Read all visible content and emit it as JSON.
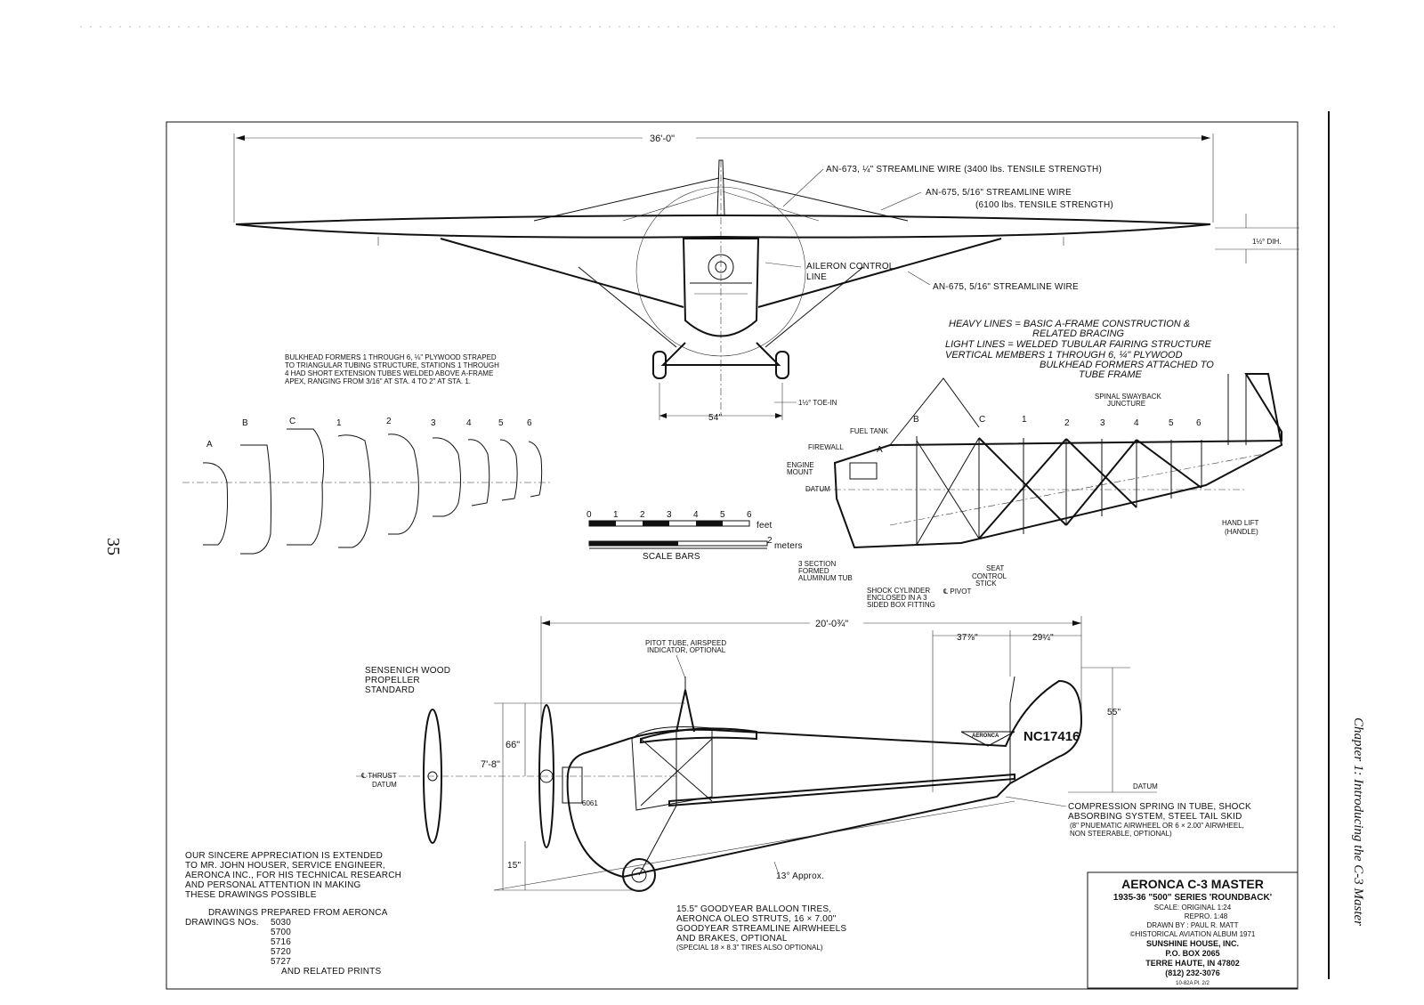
{
  "page_number": "35",
  "chapter_caption": "Chapter 1: Introducing the C-3 Master",
  "top_view": {
    "span": "36'-0\"",
    "wire_1": "AN-673, ¼\" STREAMLINE WIRE (3400 lbs. TENSILE STRENGTH)",
    "wire_2_a": "AN-675, 5/16\" STREAMLINE WIRE",
    "wire_2_b": "(6100 lbs. TENSILE STRENGTH)",
    "wire_3": "AN-675, 5/16\" STREAMLINE WIRE",
    "aileron_a": "AILERON CONTROL",
    "aileron_b": "LINE",
    "dihedral": "1½° DIH.",
    "toe_in": "1½° TOE-IN",
    "track": "54\""
  },
  "bulkhead_note": [
    "BULKHEAD FORMERS 1 THROUGH 6, ⅛\" PLYWOOD STRAPED",
    "TO TRIANGULAR TUBING STRUCTURE, STATIONS 1 THROUGH",
    "4 HAD SHORT EXTENSION TUBES WELDED ABOVE A-FRAME",
    "APEX, RANGING FROM 3/16\" AT STA. 4 TO 2\" AT STA. 1."
  ],
  "stations": [
    "A",
    "B",
    "C",
    "1",
    "2",
    "3",
    "4",
    "5",
    "6"
  ],
  "scale": {
    "ticks": [
      "0",
      "1",
      "2",
      "3",
      "4",
      "5",
      "6"
    ],
    "feet": "feet",
    "meters_tick": "2",
    "meters": "meters",
    "caption": "SCALE BARS"
  },
  "legend": [
    "HEAVY LINES = BASIC A-FRAME CONSTRUCTION &",
    "RELATED BRACING",
    "LIGHT LINES = WELDED TUBULAR FAIRING STRUCTURE",
    "VERTICAL MEMBERS 1 THROUGH 6, ¼\" PLYWOOD",
    "BULKHEAD FORMERS ATTACHED TO",
    "TUBE FRAME"
  ],
  "frame": {
    "spinal_a": "SPINAL SWAYBACK",
    "spinal_b": "JUNCTURE",
    "fuel_tank": "FUEL TANK",
    "firewall": "FIREWALL",
    "engine_a": "ENGINE",
    "engine_b": "MOUNT",
    "datum": "DATUM",
    "hand_a": "HAND LIFT",
    "hand_b": "(HANDLE)",
    "tub_a": "3 SECTION",
    "tub_b": "FORMED",
    "tub_c": "ALUMINUM TUB",
    "seat": "SEAT",
    "control_a": "CONTROL",
    "control_b": "STICK",
    "pivot": "℄ PIVOT",
    "shock_a": "SHOCK CYLINDER",
    "shock_b": "ENCLOSED IN A 3",
    "shock_c": "SIDED BOX FITTING"
  },
  "side_view": {
    "length": "20'-0¾\"",
    "dim_a": "37⅞\"",
    "dim_b": "29¼\"",
    "tail_height": "55\"",
    "pitot_a": "PITOT TUBE, AIRSPEED",
    "pitot_b": "INDICATOR, OPTIONAL",
    "prop_a": "SENSENICH WOOD",
    "prop_b": "PROPELLER",
    "prop_c": "STANDARD",
    "height_66": "66\"",
    "height_total": "7'-8\"",
    "thrust_a": "℄ THRUST",
    "thrust_b": "DATUM",
    "datum": "DATUM",
    "height_15": "15\"",
    "angle": "13° Approx.",
    "registration": "NC17416",
    "logo": "AERONCA",
    "engine_tag": "6061",
    "compression": [
      "COMPRESSION SPRING IN TUBE, SHOCK",
      "ABSORBING SYSTEM, STEEL TAIL SKID",
      "(8\" PNUEMATIC AIRWHEEL OR 6 × 2.00\" AIRWHEEL,",
      "NON STEERABLE, OPTIONAL)"
    ],
    "tires": [
      "15.5\" GOODYEAR BALLOON TIRES,",
      "AERONCA OLEO STRUTS, 16 × 7.00\"",
      "GOODYEAR STREAMLINE AIRWHEELS",
      "AND BRAKES, OPTIONAL",
      "(SPECIAL 18 × 8.3\" TIRES ALSO OPTIONAL)"
    ]
  },
  "appreciation": [
    "OUR SINCERE APPRECIATION IS EXTENDED",
    "TO MR. JOHN HOUSER, SERVICE ENGINEER,",
    "AERONCA INC., FOR HIS TECHNICAL RESEARCH",
    "AND PERSONAL ATTENTION IN MAKING",
    "THESE DRAWINGS POSSIBLE"
  ],
  "drawings": {
    "line1": "DRAWINGS PREPARED FROM AERONCA",
    "line2": "DRAWINGS NOs.",
    "numbers": [
      "5030",
      "5700",
      "5716",
      "5720",
      "5727"
    ],
    "related": "AND RELATED PRINTS"
  },
  "title_block": {
    "title": "AERONCA C-3 MASTER",
    "subtitle": "1935-36 \"500\" SERIES 'ROUNDBACK'",
    "scale_orig": "SCALE: ORIGINAL  1:24",
    "repro": "REPRO.  1:48",
    "drawn": "DRAWN BY : PAUL R. MATT",
    "album": "©HISTORICAL AVIATION ALBUM 1971",
    "publisher": "SUNSHINE HOUSE, INC.",
    "box": "P.O. BOX 2065",
    "city": "TERRE HAUTE, IN 47802",
    "phone": "(812)  232-3076",
    "plate": "10-82A Pl. 2/2"
  }
}
